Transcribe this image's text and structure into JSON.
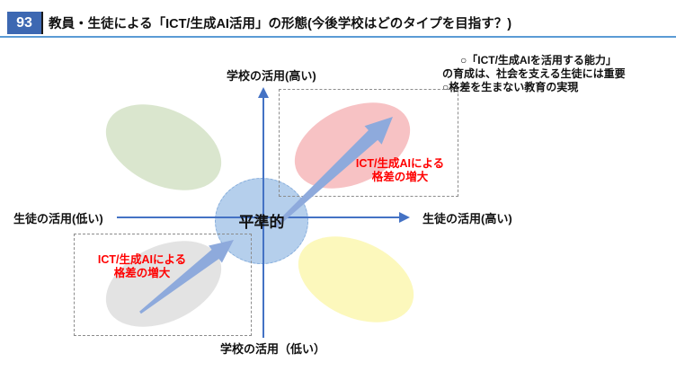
{
  "header": {
    "slide_number": "93",
    "title": "教員・生徒による「ICT/生成AI活用」の形態(今後学校はどのタイプを目指す？)"
  },
  "notes": {
    "line1": "○「ICT/生成AIを活用する能力」",
    "line2": "の育成は、社会を支える生徒には重要",
    "line3": "○格差を生まない教育の実現"
  },
  "axes": {
    "top": "学校の活用(高い)",
    "bottom": "学校の活用（低い）",
    "left": "生徒の活用(低い)",
    "right": "生徒の活用(高い)"
  },
  "center_label": "平準的",
  "quadrants": {
    "top_right": {
      "line1": "ICT/生成AIによる",
      "line2": "格差の増大"
    },
    "bottom_left": {
      "line1": "ICT/生成AIによる",
      "line2": "格差の増大"
    }
  },
  "colors": {
    "slide_number_bg": "#3d68b2",
    "title_rule": "#5b9bd5",
    "axis_blue": "#4472c4",
    "big_arrow": "#8eaadc",
    "center_circle_fill": "#b5cfec",
    "center_circle_border": "#85addc",
    "ellipse_green": "#dae6ce",
    "ellipse_pink": "#f7c2c4",
    "ellipse_gray": "#e3e3e3",
    "ellipse_yellow": "#fcf8bc",
    "gap_label_red": "#ff0000",
    "dash_frame": "#8c8c8c"
  }
}
